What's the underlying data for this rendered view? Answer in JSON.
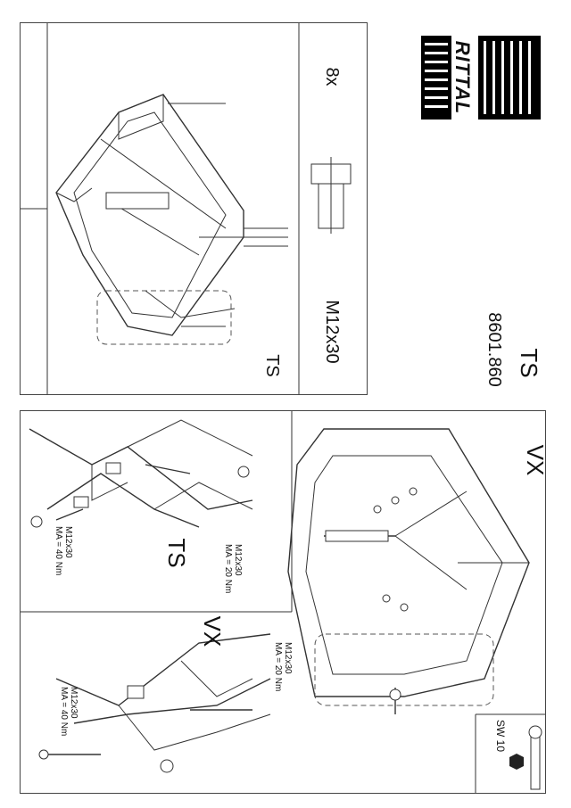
{
  "header": {
    "product_line": "TS",
    "article_number": "8601.860"
  },
  "top_panel": {
    "quantity": "8x",
    "screw_size": "M12x30",
    "system_label": "TS"
  },
  "bottom_panel": {
    "vx_large_label": "VX",
    "ts_detail_label": "TS",
    "vx_detail_label": "VX",
    "ts_screw_a_size": "M12x30",
    "ts_screw_a_torque": "MA = 40 Nm",
    "ts_screw_b_size": "M12x30",
    "ts_screw_b_torque": "MA = 20 Nm",
    "vx_screw_a_size": "M12x30",
    "vx_screw_a_torque": "MA = 20 Nm",
    "vx_screw_b_size": "M12x30",
    "vx_screw_b_torque": "MA = 40 Nm",
    "tool_label": "SW 10"
  },
  "logo": {
    "text": "RITTAL",
    "color": "#000000"
  }
}
